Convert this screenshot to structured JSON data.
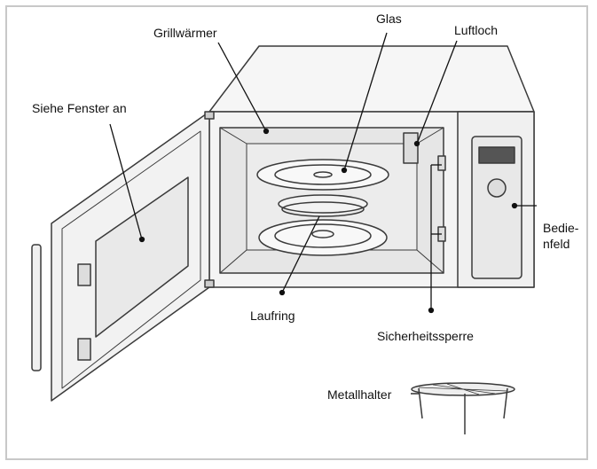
{
  "labels": {
    "grillwaermer": "Grillwärmer",
    "glas": "Glas",
    "luftloch": "Luftloch",
    "siehe_fenster": "Siehe Fenster an",
    "bedienfeld": "Bedie-\nnfeld",
    "laufring": "Laufring",
    "sicherheitssperre": "Sicherheitssperre",
    "metallhalter": "Metallhalter"
  },
  "colors": {
    "outline": "#3a3a3a",
    "body_fill": "#f4f4f4",
    "cavity_fill": "#e6e6e6",
    "window_fill": "#e9e9e9",
    "frame": "#c8c8c8"
  }
}
